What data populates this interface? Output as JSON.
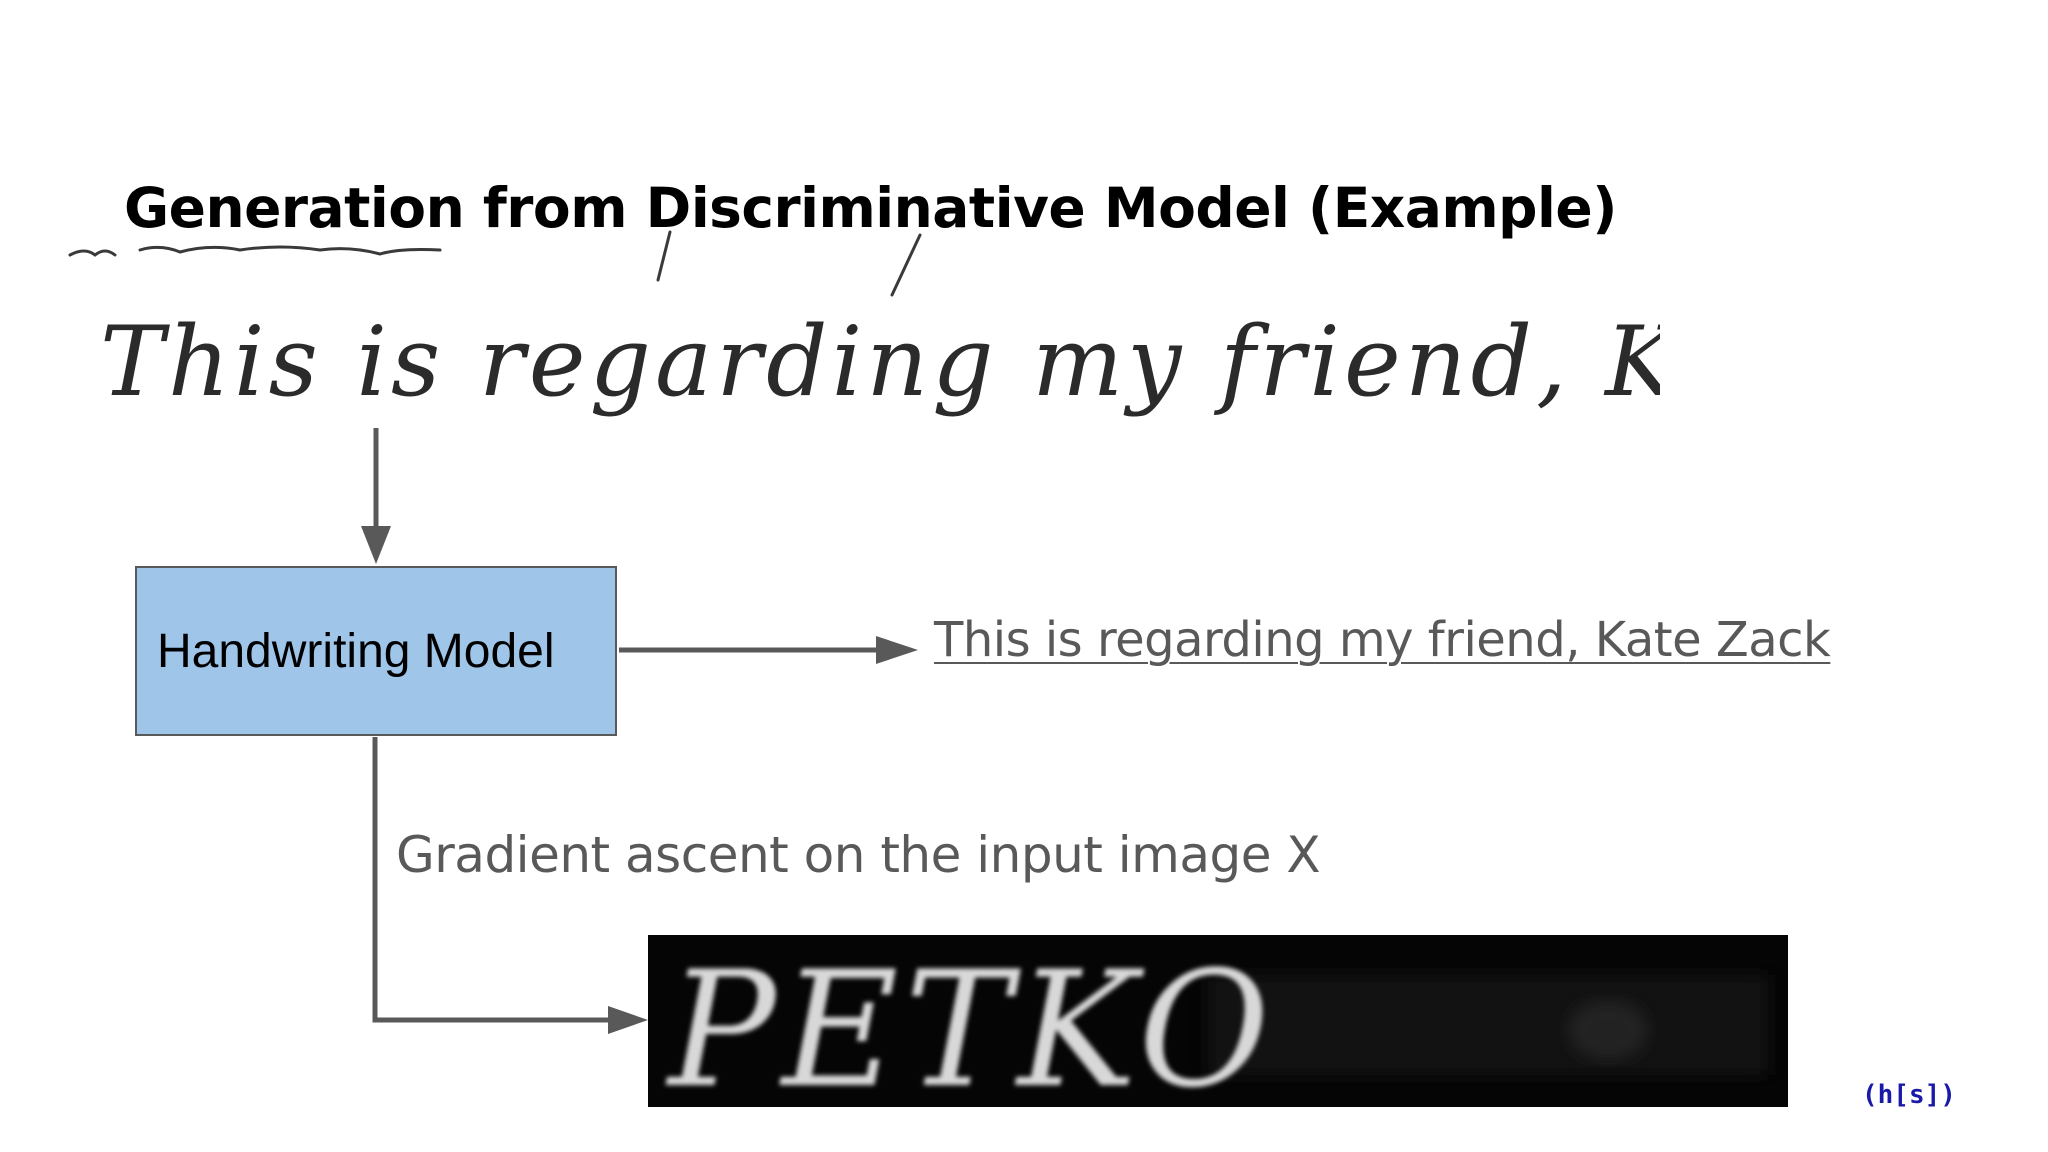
{
  "slide": {
    "title": "Generation from Discriminative Model (Example)",
    "handwriting_text": "This is regarding my friend, Kate Zack.",
    "model_box_label": "Handwriting Model",
    "output_text": "This is regarding my friend, Kate Zack",
    "gradient_label": "Gradient ascent on the input image X",
    "generated_image_text": "PETKO",
    "logo": "(h[s])"
  },
  "colors": {
    "model_box_fill": "#9fc5e8",
    "arrow": "#595959",
    "text_gray": "#595959",
    "logo_blue": "#1a1aaa",
    "image_background": "#050505"
  }
}
